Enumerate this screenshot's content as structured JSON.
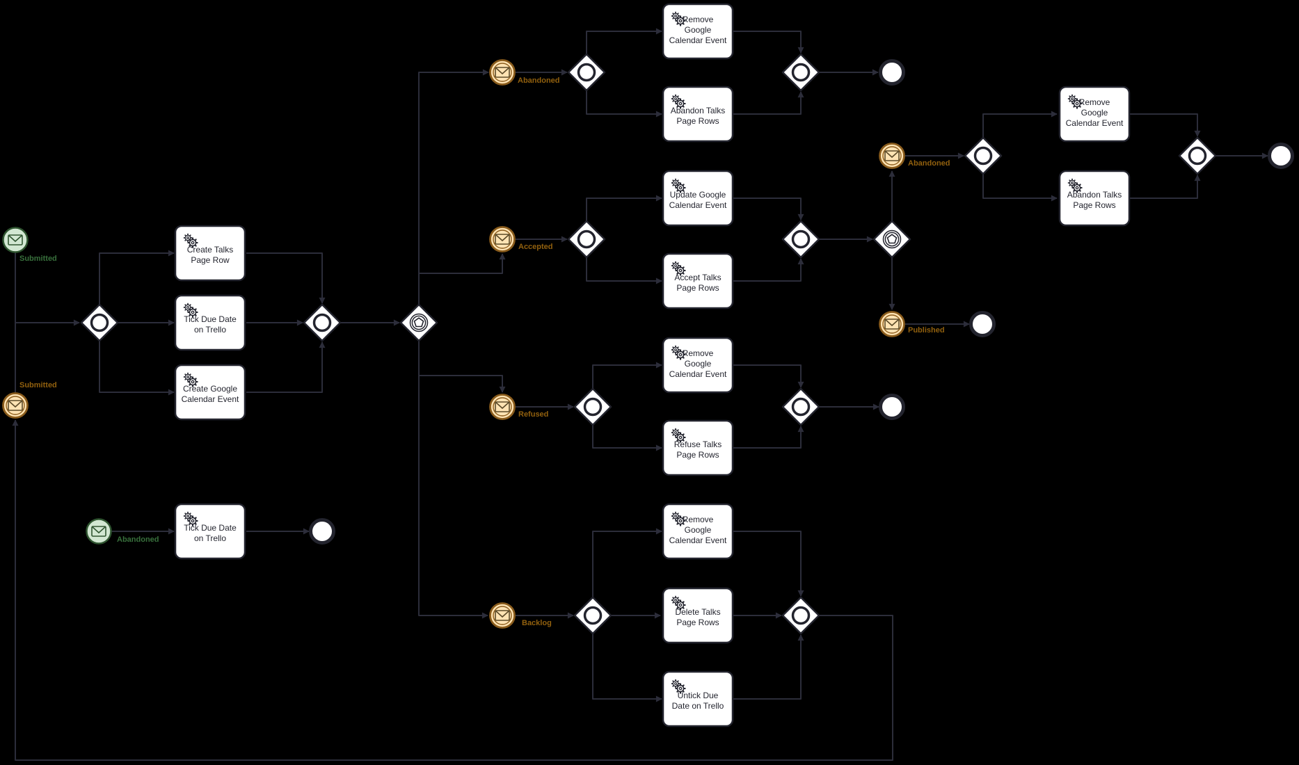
{
  "diagram": {
    "title": "Talks submission workflow (BPMN)",
    "colors": {
      "background": "#000000",
      "connector": "#2c2d3a",
      "shape_stroke": "#23242e",
      "shape_fill": "#ffffff",
      "green_event_fill": "#d2e7d2",
      "green_event_stroke": "#2f5530",
      "green_label": "#38703c",
      "orange_event_fill": "#ffe3b3",
      "orange_event_stroke": "#8a5c1c",
      "orange_label": "#91600e"
    }
  },
  "nodes": {
    "startSubmitted": {
      "type": "message start event",
      "label": "Submitted"
    },
    "catchSubmitted": {
      "type": "message catch event",
      "label": "Submitted"
    },
    "gwSplit1": {
      "type": "inclusive gateway"
    },
    "taskCreateTalks": {
      "type": "service task",
      "label": "Create Talks\nPage Row"
    },
    "taskTickDue": {
      "type": "service task",
      "label": "Tick Due Date\non Trello"
    },
    "taskCreateGcal": {
      "type": "service task",
      "label": "Create Google\nCalendar Event"
    },
    "gwJoin1": {
      "type": "inclusive gateway"
    },
    "evGateway1": {
      "type": "event-based gateway"
    },
    "evAbandoned": {
      "type": "message catch event",
      "label": "Abandoned"
    },
    "gwAbandonedSplit": {
      "type": "inclusive gateway"
    },
    "taskRemoveGcalAbandoned": {
      "type": "service task",
      "label": "Remove\nGoogle\nCalendar Event"
    },
    "taskAbandonRows": {
      "type": "service task",
      "label": "Abandon Talks\nPage Rows"
    },
    "gwAbandonedJoin": {
      "type": "inclusive gateway"
    },
    "endAbandoned": {
      "type": "end event"
    },
    "evAccepted": {
      "type": "message catch event",
      "label": "Accepted"
    },
    "gwAcceptedSplit": {
      "type": "inclusive gateway"
    },
    "taskUpdateGcal": {
      "type": "service task",
      "label": "Update Google\nCalendar Event"
    },
    "taskAcceptRows": {
      "type": "service task",
      "label": "Accept Talks\nPage Rows"
    },
    "gwAcceptedJoin": {
      "type": "inclusive gateway"
    },
    "evGateway2": {
      "type": "event-based gateway"
    },
    "evAbandoned2": {
      "type": "message catch event",
      "label": "Abandoned"
    },
    "gwAbandoned2Split": {
      "type": "inclusive gateway"
    },
    "taskRemoveGcalAbandoned2": {
      "type": "service task",
      "label": "Remove\nGoogle\nCalendar Event"
    },
    "taskAbandonRows2": {
      "type": "service task",
      "label": "Abandon Talks\nPage Rows"
    },
    "gwAbandoned2Join": {
      "type": "inclusive gateway"
    },
    "endAbandoned2": {
      "type": "end event"
    },
    "evPublished": {
      "type": "message catch event",
      "label": "Published"
    },
    "endPublished": {
      "type": "end event"
    },
    "evRefused": {
      "type": "message catch event",
      "label": "Refused"
    },
    "gwRefusedSplit": {
      "type": "inclusive gateway"
    },
    "taskRemoveGcalRefused": {
      "type": "service task",
      "label": "Remove\nGoogle\nCalendar Event"
    },
    "taskRefuseRows": {
      "type": "service task",
      "label": "Refuse Talks\nPage Rows"
    },
    "gwRefusedJoin": {
      "type": "inclusive gateway"
    },
    "endRefused": {
      "type": "end event"
    },
    "evBacklog": {
      "type": "message catch event",
      "label": "Backlog"
    },
    "gwBacklogSplit": {
      "type": "inclusive gateway"
    },
    "taskRemoveGcalBacklog": {
      "type": "service task",
      "label": "Remove\nGoogle\nCalendar Event"
    },
    "taskDeleteRows": {
      "type": "service task",
      "label": "Delete Talks\nPage Rows"
    },
    "taskUntickDue": {
      "type": "service task",
      "label": "Untick Due\nDate on Trello"
    },
    "gwBacklogJoin": {
      "type": "inclusive gateway"
    },
    "startAbandoned": {
      "type": "message start event",
      "label": "Abandoned"
    },
    "taskTickDue2": {
      "type": "service task",
      "label": "Tick Due Date\non Trello"
    },
    "endTickDue": {
      "type": "end event"
    }
  }
}
